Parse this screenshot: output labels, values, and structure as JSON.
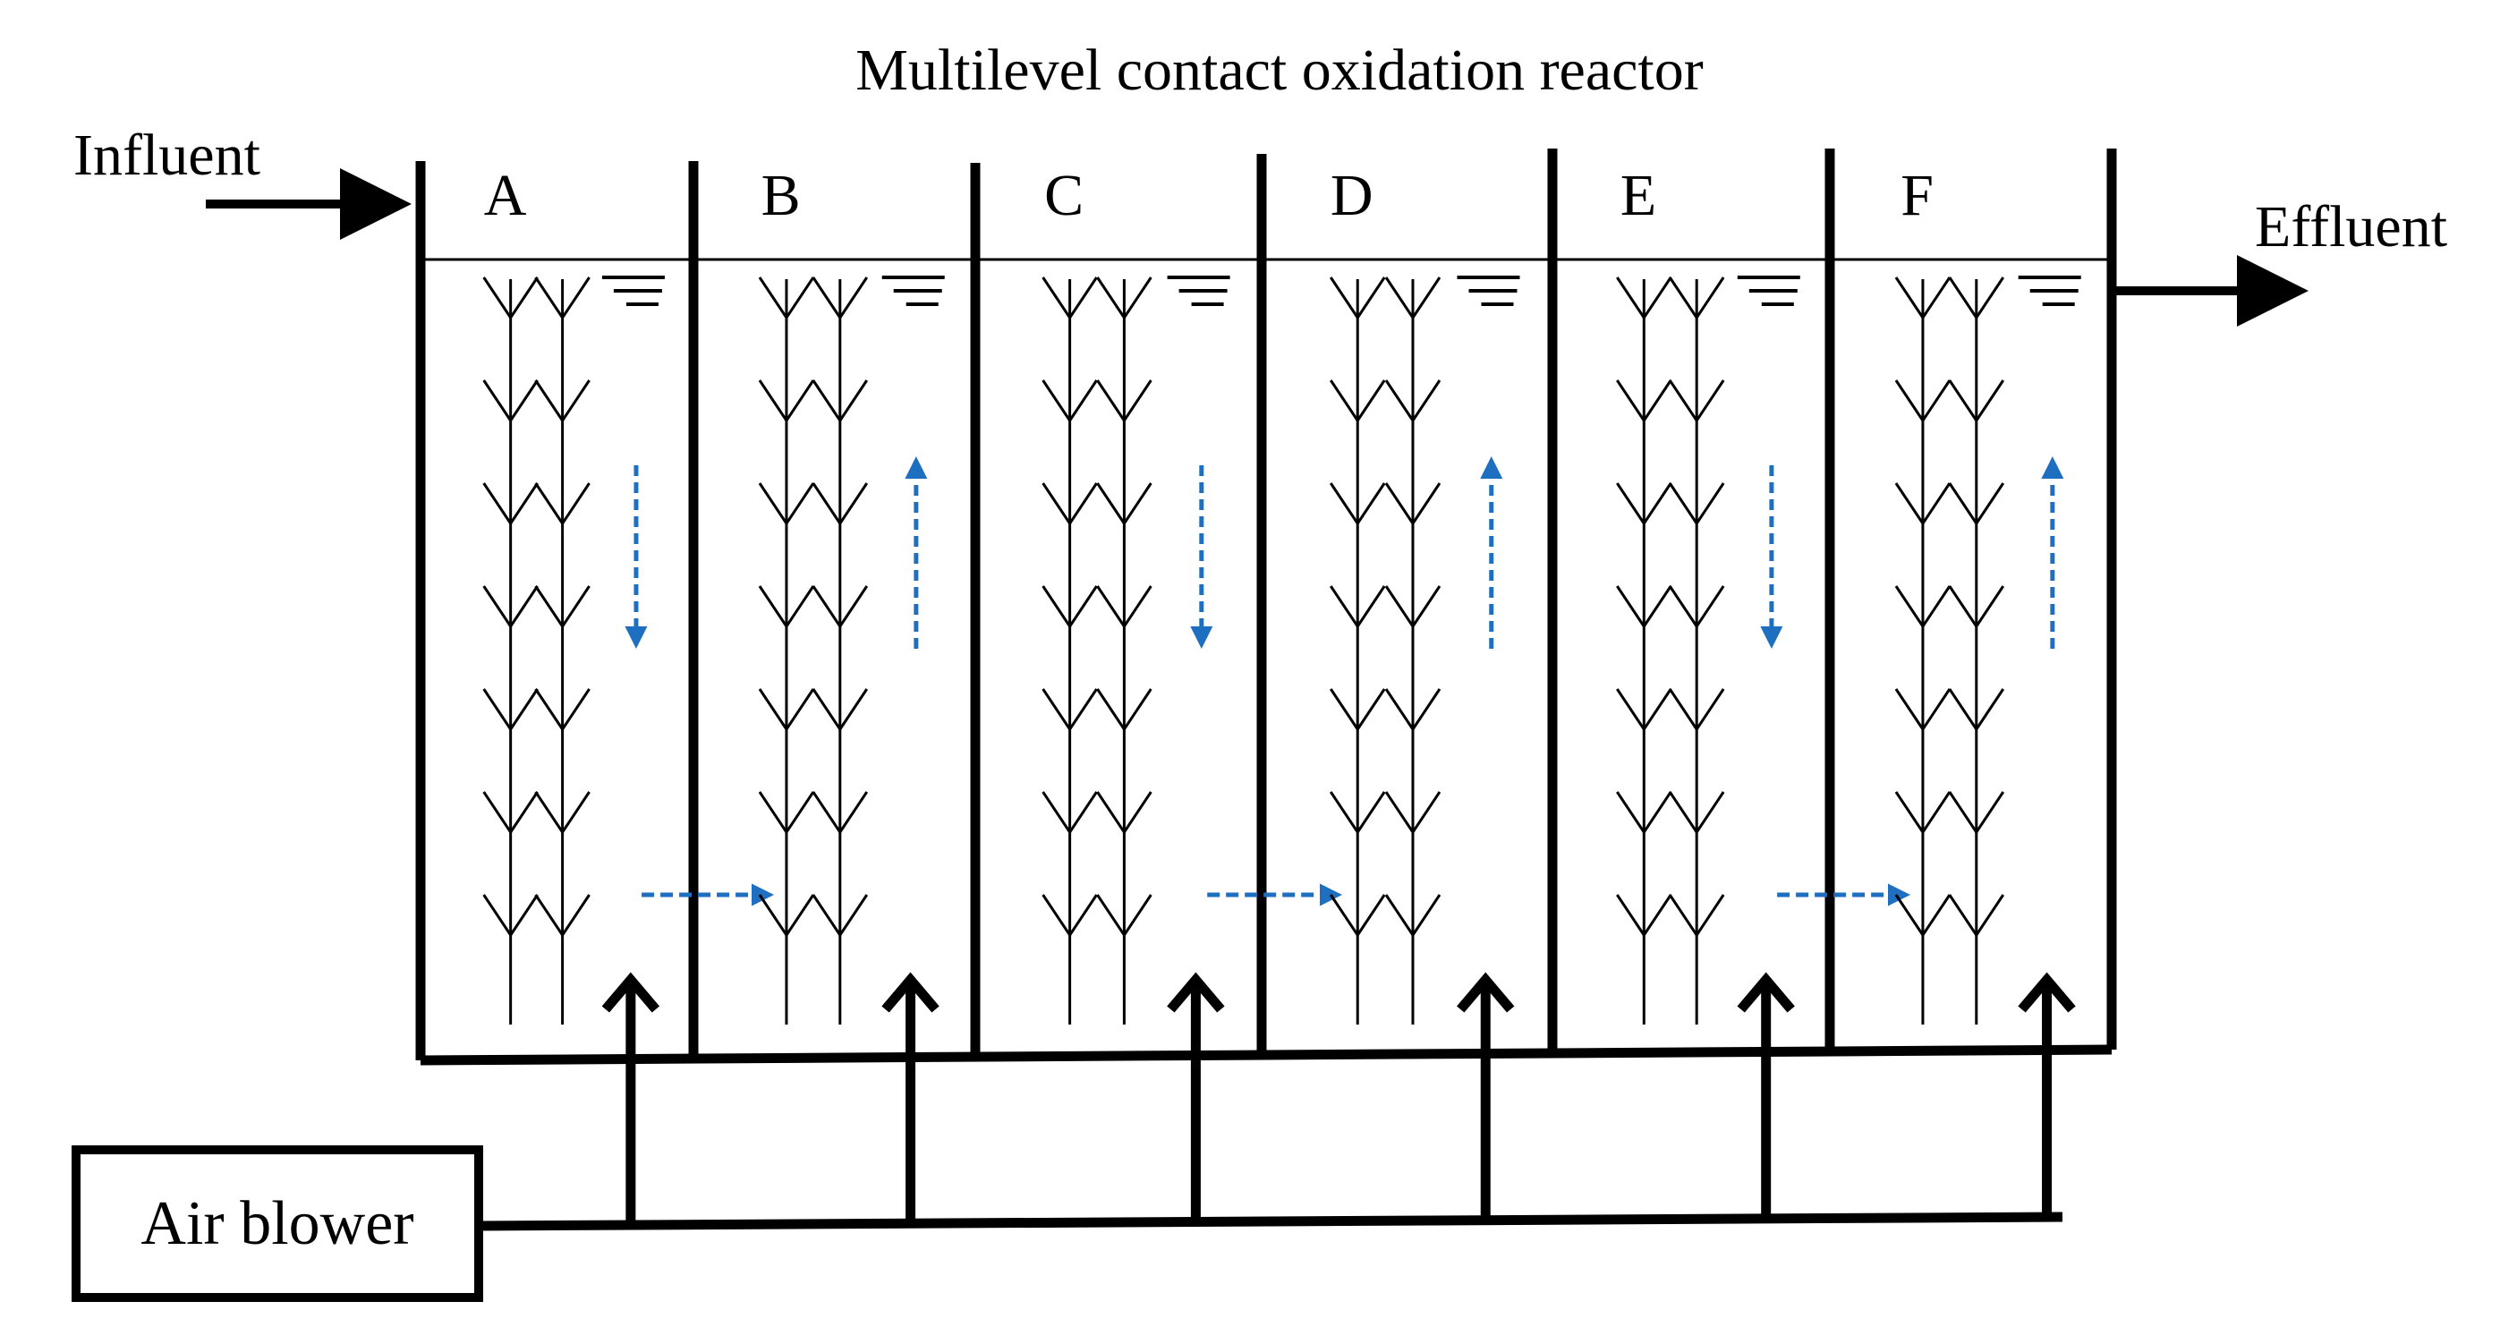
{
  "title": "Multilevel contact oxidation reactor",
  "influent_label": "Influent",
  "effluent_label": "Effluent",
  "blower_label": "Air blower",
  "chambers": [
    {
      "label": "A",
      "flow": "down"
    },
    {
      "label": "B",
      "flow": "up"
    },
    {
      "label": "C",
      "flow": "down"
    },
    {
      "label": "D",
      "flow": "up"
    },
    {
      "label": "E",
      "flow": "down"
    },
    {
      "label": "F",
      "flow": "up"
    }
  ],
  "colors": {
    "line": "#000000",
    "flow_arrow": "#1f6fc1",
    "background": "#ffffff"
  },
  "icons": {
    "carrier": "branched-carrier-icon",
    "water_level": "water-level-icon",
    "aerator": "air-diffuser-arrow-icon"
  }
}
